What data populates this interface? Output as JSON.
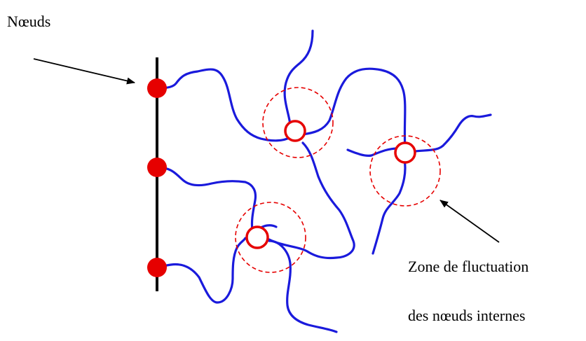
{
  "labels": {
    "nodes": "Nœuds",
    "zone_line1": "Zone de fluctuation",
    "zone_line2": "des nœuds internes"
  },
  "colors": {
    "background": "#ffffff",
    "chain": "#1a1adc",
    "fixed_node": "#e60000",
    "internal_node": "#e60000",
    "fluctuation_zone": "#e60000",
    "wall": "#000000",
    "arrow": "#000000"
  }
}
